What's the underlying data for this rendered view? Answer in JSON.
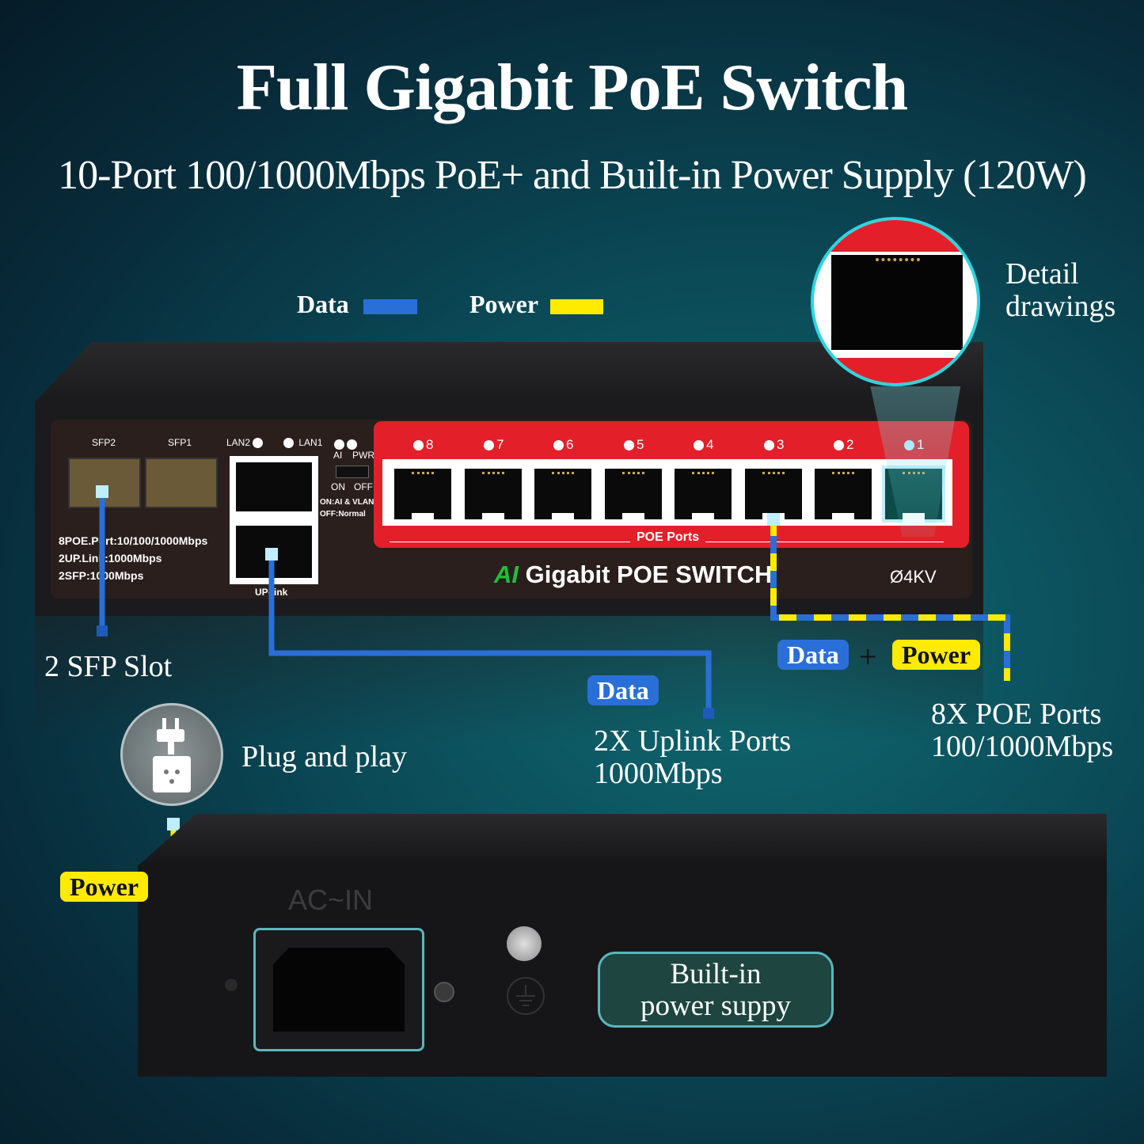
{
  "title": "Full Gigabit PoE Switch",
  "subtitle": "10-Port 100/1000Mbps PoE+ and Built-in Power Supply (120W)",
  "legend": {
    "data_label": "Data",
    "power_label": "Power",
    "data_color": "#2a6fd8",
    "power_color": "#ffeb00"
  },
  "detail": {
    "line1": "Detail",
    "line2": "drawings"
  },
  "switch_front": {
    "sfp_labels": [
      "SFP2",
      "SFP1"
    ],
    "lan_labels": [
      "LAN2",
      "LAN1"
    ],
    "ai_label": "AI",
    "pwr_label": "PWR",
    "on_label": "ON",
    "off_label": "OFF",
    "mode_on": "ON:AI & VLAN",
    "mode_off": "OFF:Normal",
    "specs": [
      "8POE.Port:10/100/1000Mbps",
      "2UP.Link:1000Mbps",
      "2SFP:1000Mbps"
    ],
    "uplink_label": "UP-link",
    "poe_ports": [
      "8",
      "7",
      "6",
      "5",
      "4",
      "3",
      "2",
      "1"
    ],
    "poe_ports_label": "POE Ports",
    "brand_ai": "AI",
    "brand_text": "Gigabit POE SWITCH",
    "surge": "Ø4KV"
  },
  "captions": {
    "sfp": "2 SFP Slot",
    "plug": "Plug and play",
    "uplink_line1": "2X  Uplink  Ports",
    "uplink_line2": "1000Mbps",
    "poe_line1": "8X  POE  Ports",
    "poe_line2": "100/1000Mbps"
  },
  "tags": {
    "data": "Data",
    "power": "Power",
    "plus": "+"
  },
  "switch_back": {
    "ac_in": "AC~IN",
    "builtin_line1": "Built-in",
    "builtin_line2": "power suppy"
  },
  "icons": [
    "plug-icon",
    "ground-icon",
    "screw-icon"
  ]
}
